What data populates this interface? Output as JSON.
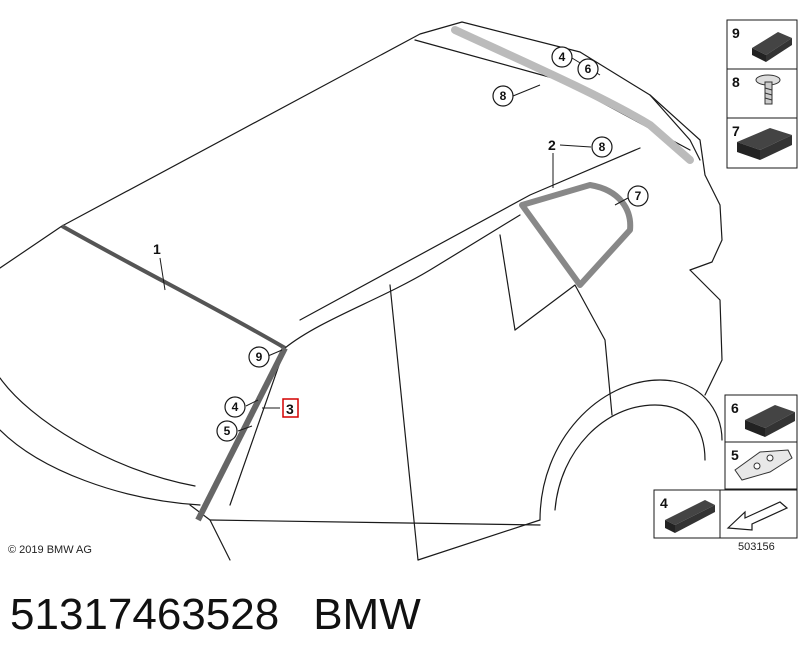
{
  "diagram": {
    "copyright": "© 2019 BMW AG",
    "diagram_id": "503156",
    "part_labels": {
      "p1": "1",
      "p2": "2",
      "p3": "3"
    },
    "callouts": {
      "c4_top": "4",
      "c6_top": "6",
      "c8_top": "8",
      "c8_mid": "8",
      "c7": "7",
      "c9": "9",
      "c4_pillar": "4",
      "c5_pillar": "5"
    },
    "legend_top": {
      "i9": "9",
      "i8": "8",
      "i7": "7"
    },
    "legend_bottom": {
      "i6": "6",
      "i5": "5",
      "i4": "4"
    }
  },
  "footer": {
    "part_number": "51317463528",
    "brand": "BMW"
  }
}
